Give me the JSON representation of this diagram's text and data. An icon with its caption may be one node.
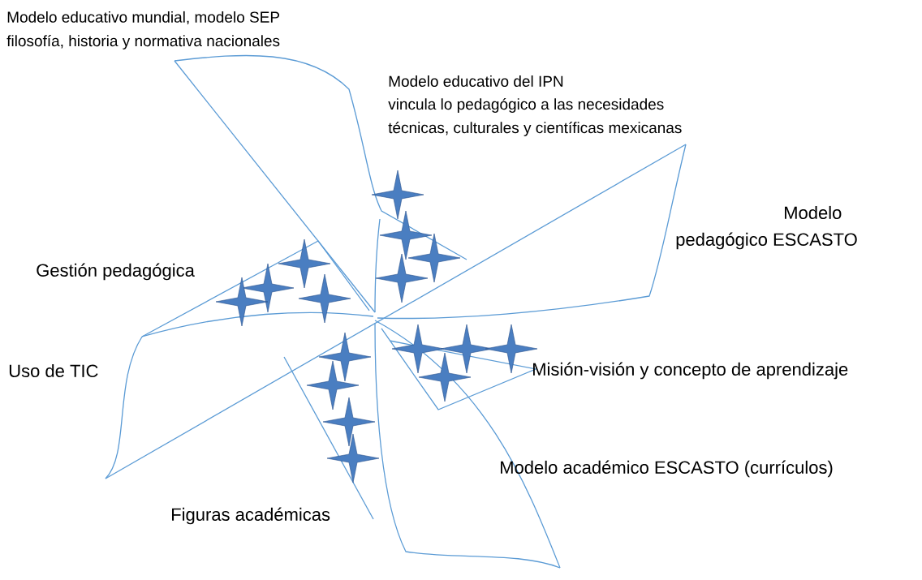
{
  "diagram": {
    "labels": [
      "Modelo educativo mundial, modelo SEP",
      "filosofía, historia y normativa nacionales",
      "Modelo educativo del IPN",
      "vincula lo pedagógico a las necesidades",
      "técnicas, culturales y científicas mexicanas",
      "Modelo",
      "pedagógico  ESCASTO",
      "Gestión pedagógica",
      "Uso de TIC",
      "Misión-visión y concepto de aprendizaje",
      "Modelo académico ESCASTO (currículos)",
      "Figuras académicas"
    ]
  }
}
